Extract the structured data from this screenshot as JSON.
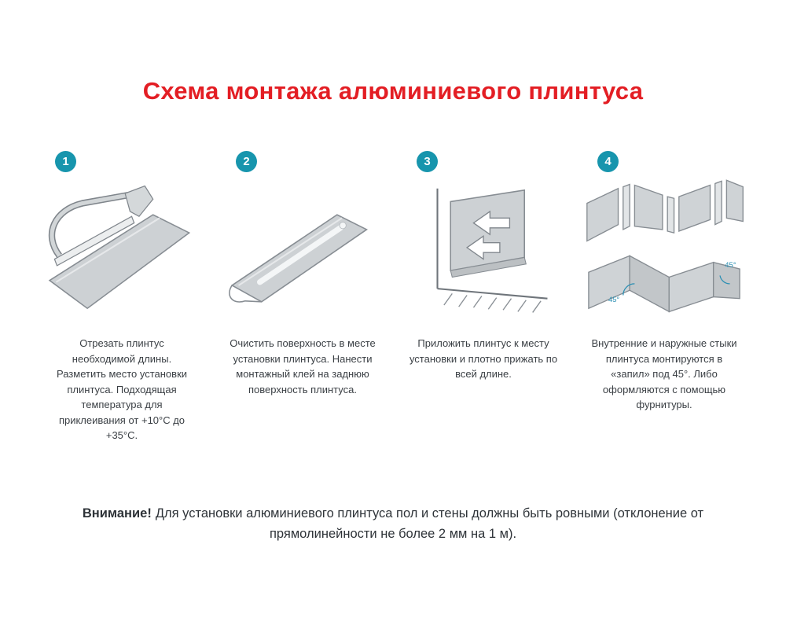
{
  "page": {
    "title": "Схема монтажа алюминиевого плинтуса"
  },
  "steps": [
    {
      "number": "1",
      "illustration": "hacksaw-cutting-plinth",
      "caption": "Отрезать плинтус необходимой длины. Разметить место установки плинтуса. Подходящая температура для приклеивания от +10°С до +35°С."
    },
    {
      "number": "2",
      "illustration": "glue-on-plinth-back",
      "caption": "Очистить поверхность в месте установки плинтуса. Нанести монтажный клей на заднюю поверхность плинтуса."
    },
    {
      "number": "3",
      "illustration": "press-plinth-to-wall",
      "caption": "Приложить плинтус к месту установки и плотно прижать по всей длине."
    },
    {
      "number": "4",
      "illustration": "corner-joints-45-degrees",
      "angle_label": "45°",
      "caption": "Внутренние и наружные стыки плинтуса монтируются в «запил» под 45°. Либо оформляются с помощью фурнитуры."
    }
  ],
  "note": {
    "label": "Внимание!",
    "text": "Для установки алюминиевого плинтуса пол и стены должны быть ровными (отклонение от прямолинейности не более 2 мм на 1 м)."
  },
  "colors": {
    "title_red": "#e31e24",
    "badge_teal": "#1795ad",
    "text_dark": "#3a3f44",
    "angle_blue": "#2b8fb3"
  }
}
